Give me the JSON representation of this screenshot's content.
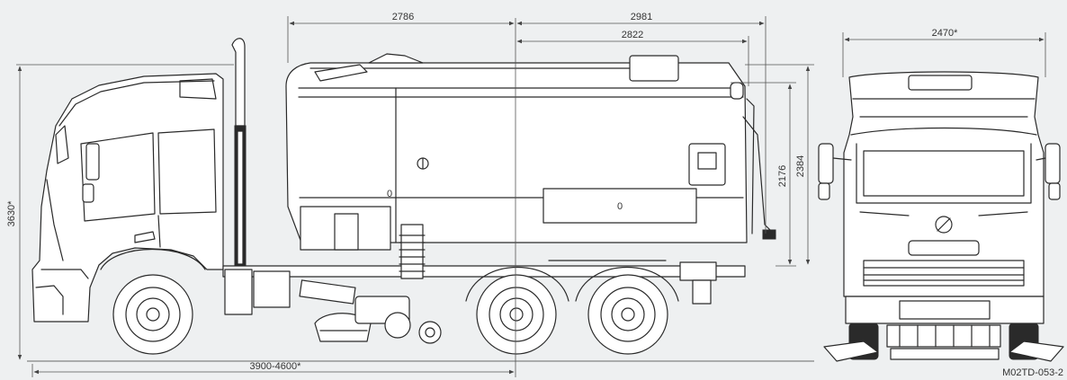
{
  "dimensions": {
    "d_2786": "2786",
    "d_2981": "2981",
    "d_2822": "2822",
    "d_2470": "2470*",
    "d_2176": "2176",
    "d_2384": "2384",
    "d_3630": "3630*",
    "d_wheelbase": "3900-4600*"
  },
  "drawing_code": "M02TD-053-2",
  "tank_marks": {
    "mark_a": "0",
    "mark_b": "0"
  }
}
